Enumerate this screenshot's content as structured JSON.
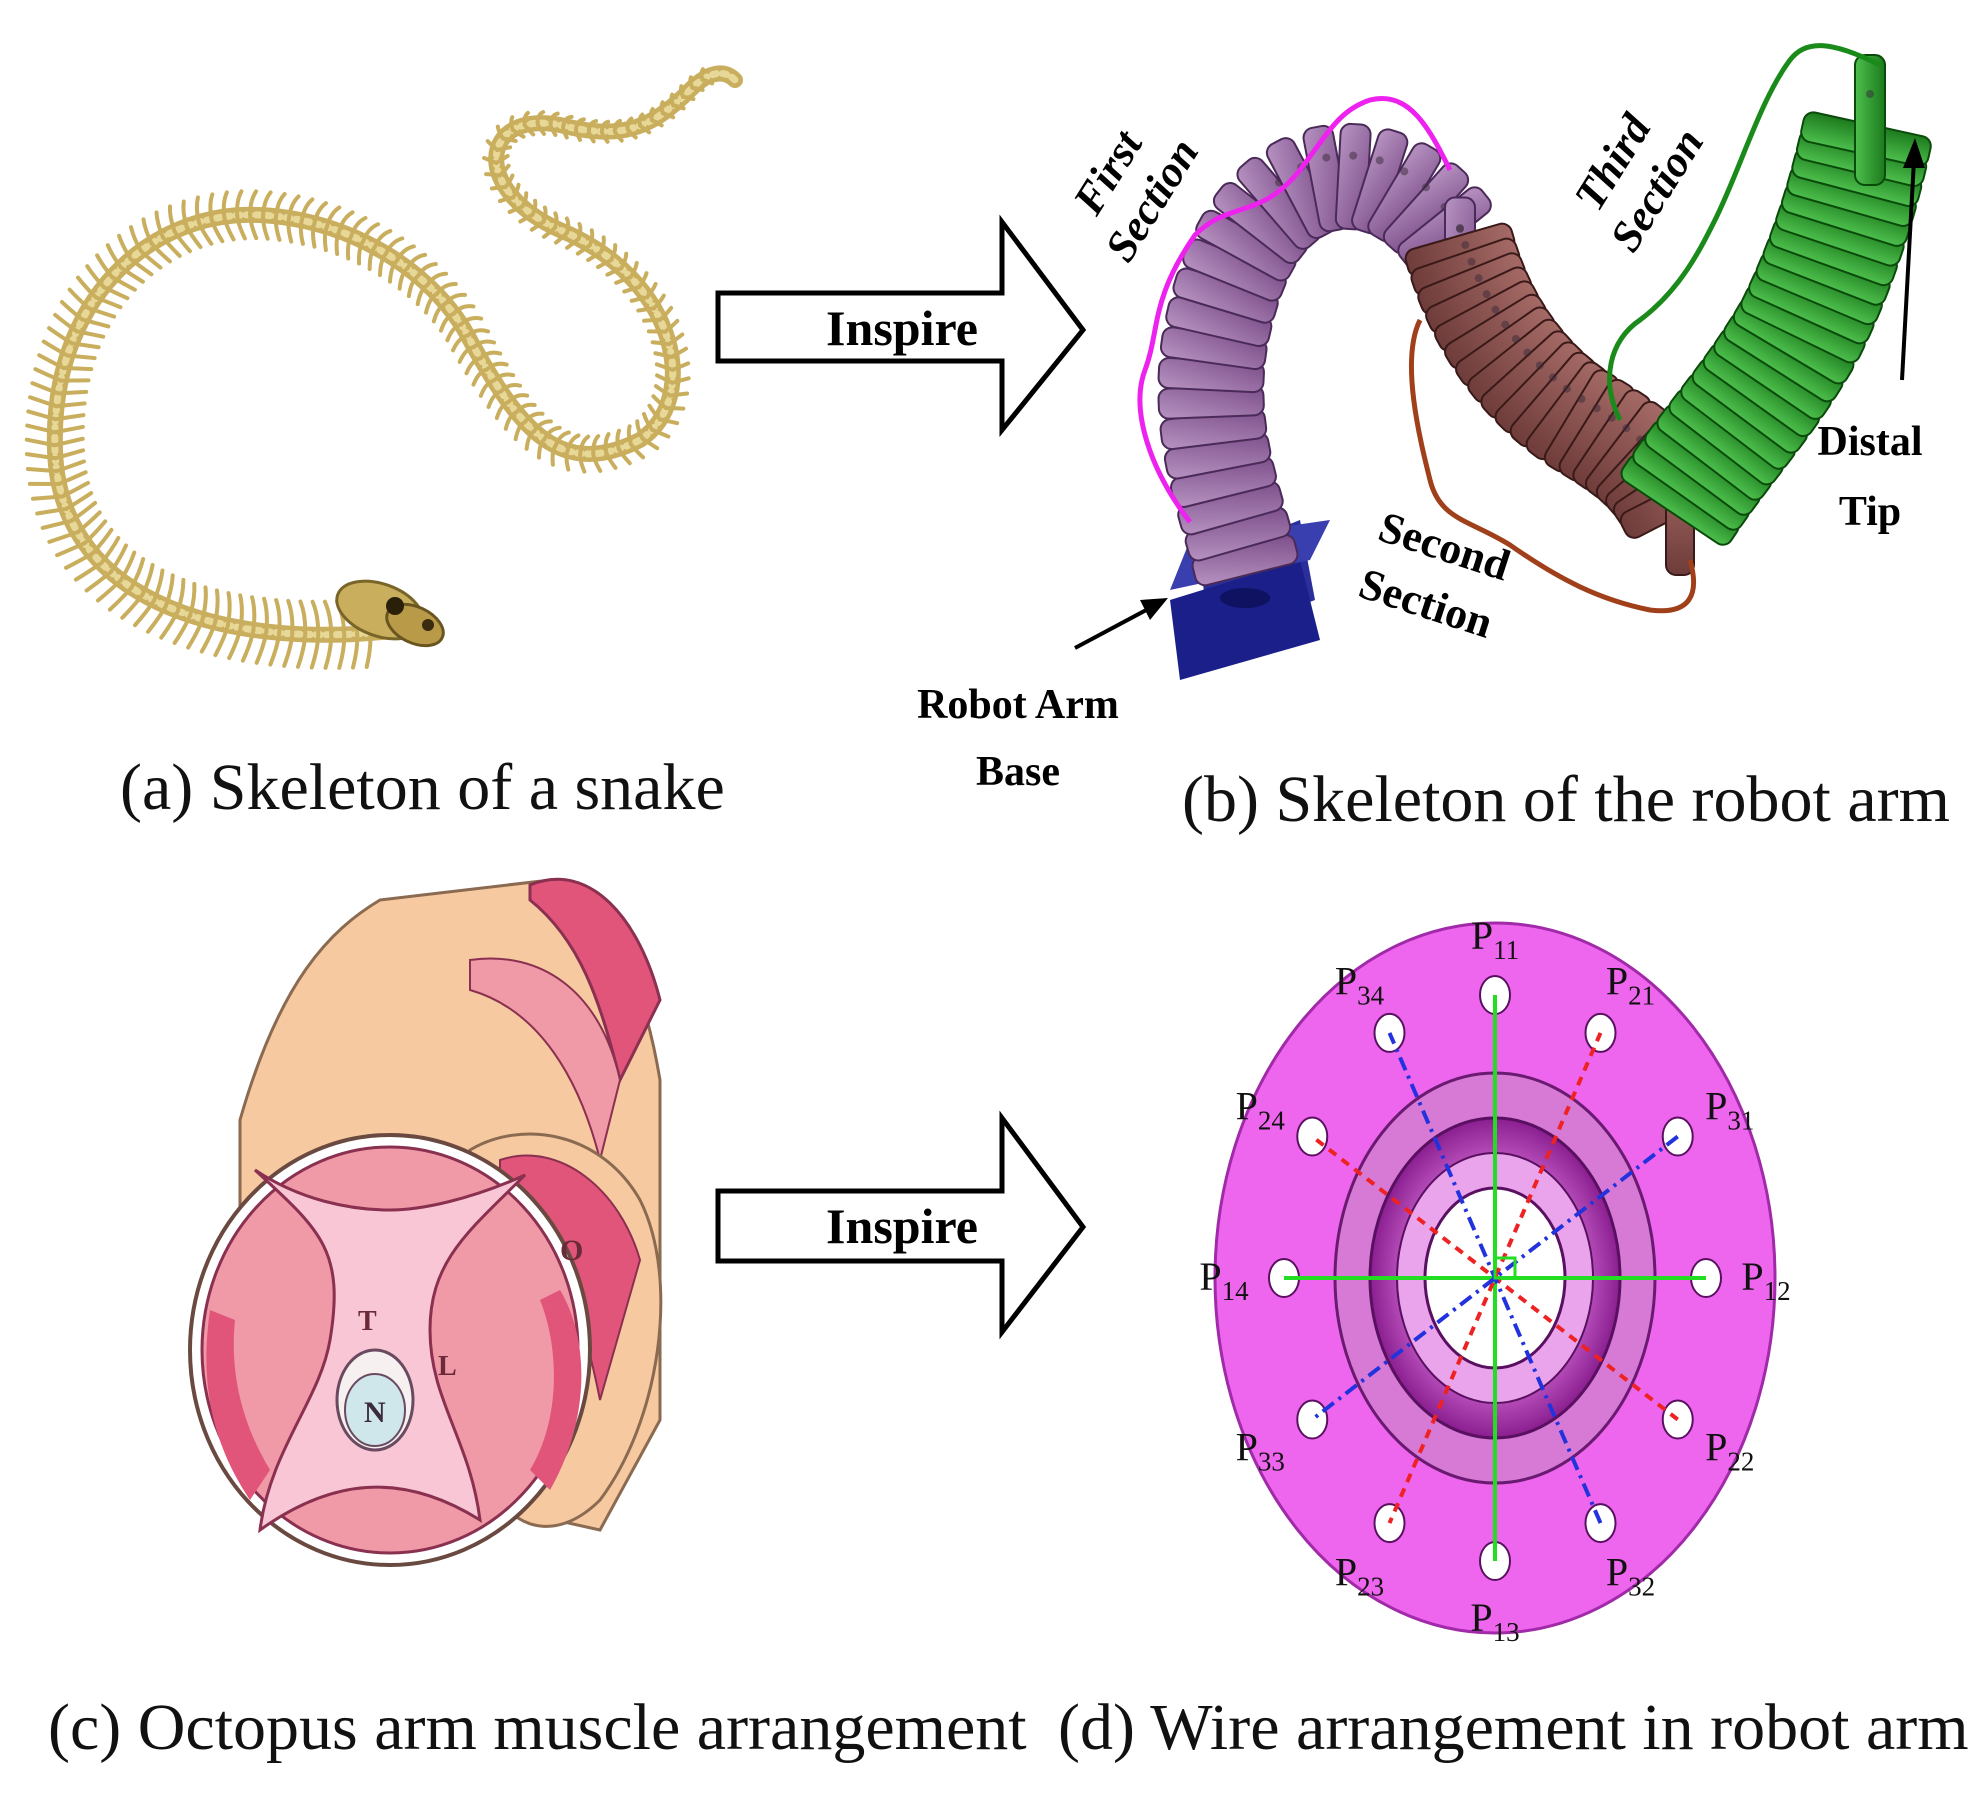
{
  "panels": {
    "a": {
      "caption": "(a) Skeleton of a snake"
    },
    "b": {
      "caption": "(b) Skeleton of the robot arm",
      "labels": {
        "first_1": "First",
        "first_2": "Section",
        "second_1": "Second",
        "second_2": "Section",
        "third_1": "Third",
        "third_2": "Section",
        "distal_1": "Distal",
        "distal_2": "Tip",
        "base_1": "Robot Arm",
        "base_2": "Base"
      }
    },
    "c": {
      "caption": "(c) Octopus arm muscle arrangement",
      "letters": {
        "t": "T",
        "n": "N",
        "l": "L",
        "o": "O"
      }
    },
    "d": {
      "caption": "(d) Wire arrangement in robot arm",
      "holes": [
        {
          "p": "P",
          "sub": "11"
        },
        {
          "p": "P",
          "sub": "21"
        },
        {
          "p": "P",
          "sub": "31"
        },
        {
          "p": "P",
          "sub": "12"
        },
        {
          "p": "P",
          "sub": "22"
        },
        {
          "p": "P",
          "sub": "32"
        },
        {
          "p": "P",
          "sub": "13"
        },
        {
          "p": "P",
          "sub": "23"
        },
        {
          "p": "P",
          "sub": "33"
        },
        {
          "p": "P",
          "sub": "14"
        },
        {
          "p": "P",
          "sub": "24"
        },
        {
          "p": "P",
          "sub": "34"
        }
      ]
    }
  },
  "arrows": {
    "top": "Inspire",
    "bottom": "Inspire"
  },
  "colors": {
    "bone": "#d8c27a",
    "bone_dark": "#9b8440",
    "first_section": "#9a6aa8",
    "second_section": "#8a5250",
    "third_section": "#2a8a2a",
    "base": "#1a1f8a",
    "brace_first": "#ee22ee",
    "brace_second": "#a0401a",
    "brace_third": "#1a8a1a",
    "disc": "#ee66ee",
    "disc_inner": "#a02aa8",
    "line_green": "#22dd22",
    "line_red": "#ee2222",
    "line_blue": "#2233dd",
    "octo_outer": "#f7c9a0",
    "octo_muscle": "#ef9aa6",
    "octo_dark": "#e2557a"
  }
}
